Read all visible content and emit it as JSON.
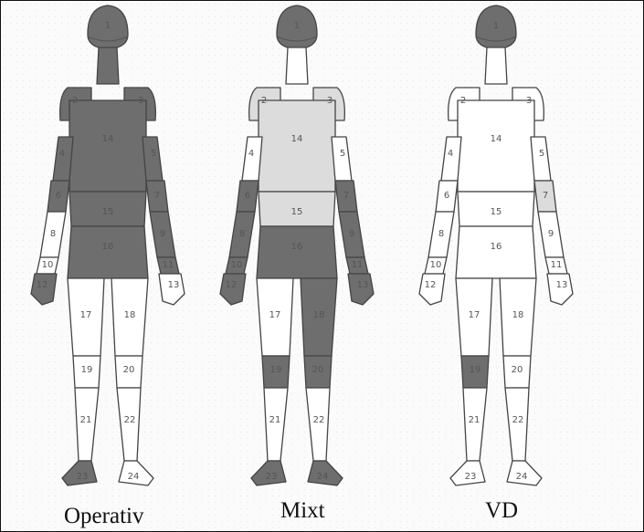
{
  "figures": [
    {
      "caption": "Operativ",
      "shaded_regions": [
        "1",
        "2",
        "3",
        "4",
        "5",
        "6",
        "7",
        "9",
        "11",
        "12",
        "14",
        "15",
        "16",
        "23"
      ]
    },
    {
      "caption": "Mixt",
      "shaded_regions": [
        "1",
        "6",
        "7",
        "8",
        "9",
        "10",
        "11",
        "12",
        "13",
        "16",
        "18",
        "19",
        "20",
        "23",
        "24"
      ]
    },
    {
      "caption": "VD",
      "shaded_regions": [
        "1",
        "19"
      ]
    }
  ],
  "region_labels": [
    "1",
    "2",
    "3",
    "4",
    "5",
    "6",
    "7",
    "8",
    "9",
    "10",
    "11",
    "12",
    "13",
    "14",
    "15",
    "16",
    "17",
    "18",
    "19",
    "20",
    "21",
    "22",
    "23",
    "24"
  ],
  "colors": {
    "shaded": "#6e6e6e",
    "light_shade": "#dcdcdc",
    "unshaded": "#ffffff",
    "outline": "#444444"
  }
}
